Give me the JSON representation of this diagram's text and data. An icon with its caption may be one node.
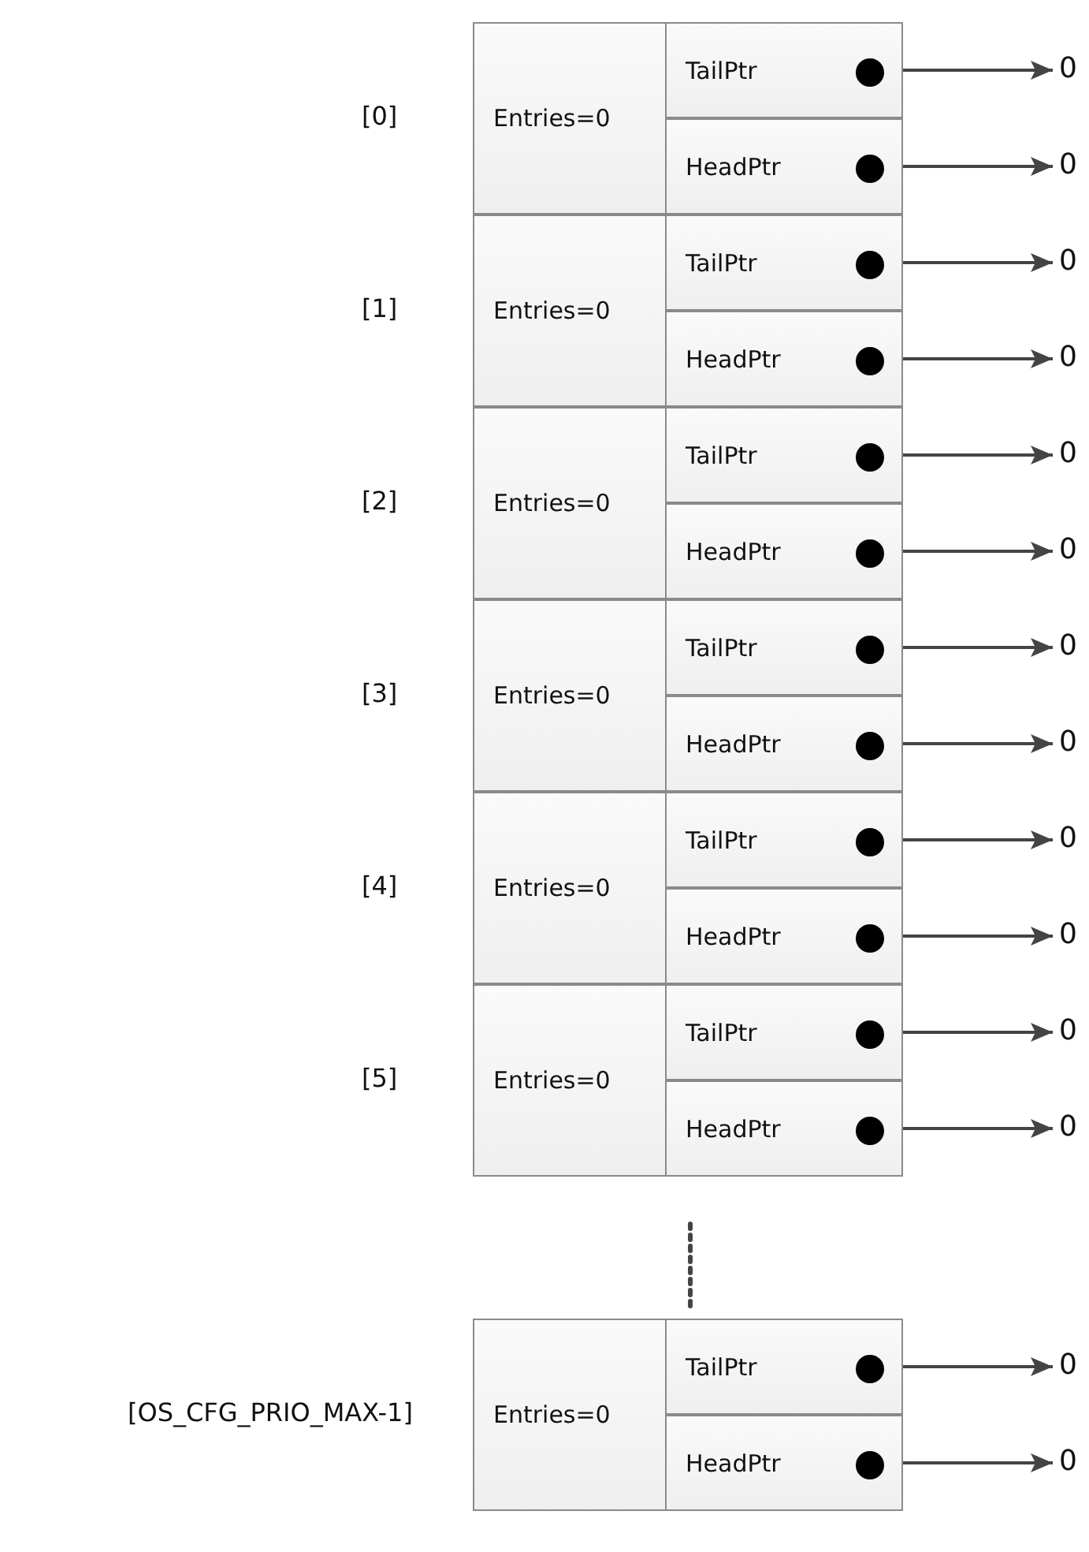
{
  "diagram": {
    "nodes": [
      {
        "text": [
          "Entries=0"
        ]
      },
      {
        "text": [
          "TailPtr"
        ]
      },
      {
        "text": [
          "0"
        ]
      },
      {
        "text": [
          "HeadPtr"
        ]
      },
      {
        "text": [
          "0"
        ]
      },
      {
        "text": [
          "Entries=0"
        ]
      },
      {
        "text": [
          "TailPtr"
        ]
      },
      {
        "text": [
          "0"
        ]
      },
      {
        "text": [
          "HeadPtr"
        ]
      },
      {
        "text": [
          "0"
        ]
      },
      {
        "text": [
          "Entries=0"
        ]
      },
      {
        "text": [
          "TailPtr"
        ]
      },
      {
        "text": [
          "0"
        ]
      },
      {
        "text": [
          "HeadPtr"
        ]
      },
      {
        "text": [
          "0"
        ]
      },
      {
        "text": [
          "Entries=0"
        ]
      },
      {
        "text": [
          "TailPtr"
        ]
      },
      {
        "text": [
          "0"
        ]
      },
      {
        "text": [
          "HeadPtr"
        ]
      },
      {
        "text": [
          "0"
        ]
      },
      {
        "text": [
          "Entries=0"
        ]
      },
      {
        "text": [
          "TailPtr"
        ]
      },
      {
        "text": [
          "0"
        ]
      },
      {
        "text": [
          "HeadPtr"
        ]
      },
      {
        "text": [
          "0"
        ]
      },
      {
        "text": [
          "Entries=0"
        ]
      },
      {
        "text": [
          "TailPtr"
        ]
      },
      {
        "text": [
          "0"
        ]
      },
      {
        "text": [
          "HeadPtr"
        ]
      },
      {
        "text": [
          "0"
        ]
      },
      {
        "text": [
          "Entries=0"
        ]
      },
      {
        "text": [
          "TailPtr"
        ]
      },
      {
        "text": [
          "0"
        ]
      },
      {
        "text": [
          "HeadPtr"
        ]
      },
      {
        "text": [
          "0"
        ]
      }
    ],
    "edges": [
      {
        "from": 1,
        "to": 2,
        "arrow": "to"
      },
      {
        "from": 3,
        "to": 4,
        "arrow": "to"
      },
      {
        "from": 6,
        "to": 7,
        "arrow": "to"
      },
      {
        "from": 8,
        "to": 9,
        "arrow": "to"
      },
      {
        "from": 11,
        "to": 12,
        "arrow": "to"
      },
      {
        "from": 13,
        "to": 14,
        "arrow": "to"
      },
      {
        "from": 16,
        "to": 17,
        "arrow": "to"
      },
      {
        "from": 18,
        "to": 19,
        "arrow": "to"
      },
      {
        "from": 21,
        "to": 22,
        "arrow": "to"
      },
      {
        "from": 23,
        "to": 24,
        "arrow": "to"
      },
      {
        "from": 26,
        "to": 27,
        "arrow": "to"
      },
      {
        "from": 28,
        "to": 29,
        "arrow": "to"
      },
      {
        "from": 31,
        "to": 32,
        "arrow": "to"
      },
      {
        "from": 33,
        "to": 34,
        "arrow": "to"
      }
    ],
    "labels": [
      "[0]",
      "[1]",
      "[2]",
      "[3]",
      "[4]",
      "[5]",
      "[OS_CFG_PRIO_MAX-1]"
    ]
  }
}
